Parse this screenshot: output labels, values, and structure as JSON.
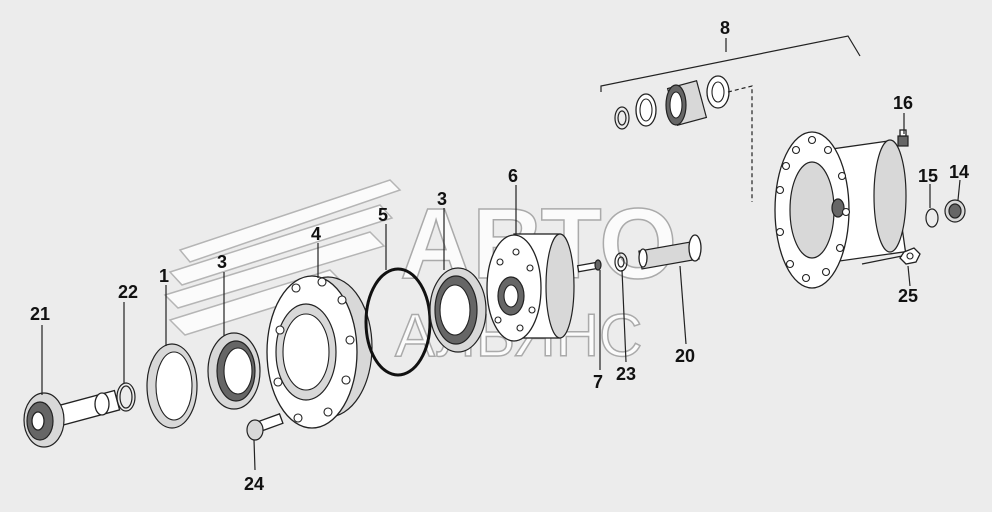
{
  "watermark": {
    "line1": "АВТО",
    "line2": "АЛЬЯНС"
  },
  "callouts": {
    "c1": "1",
    "c3a": "3",
    "c3b": "3",
    "c4": "4",
    "c5": "5",
    "c6": "6",
    "c7": "7",
    "c8": "8",
    "c14": "14",
    "c15": "15",
    "c16": "16",
    "c20": "20",
    "c21": "21",
    "c22": "22",
    "c23": "23",
    "c24": "24",
    "c25": "25"
  }
}
